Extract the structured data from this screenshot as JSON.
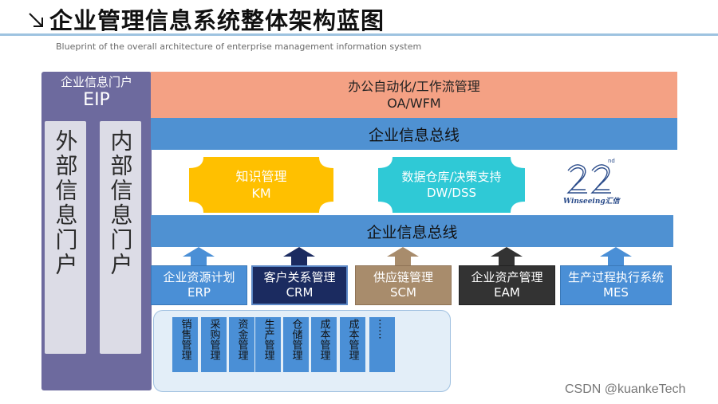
{
  "header": {
    "title": "企业管理信息系统整体架构蓝图",
    "subtitle": "Blueprint of the overall architecture of enterprise management information system"
  },
  "eip": {
    "title_cn": "企业信息门户",
    "title_en": "EIP",
    "external_portal": "外部信息门户",
    "internal_portal": "内部信息门户"
  },
  "oa": {
    "line1": "办公自动化/工作流管理",
    "line2": "OA/WFM"
  },
  "bus_top": "企业信息总线",
  "km": {
    "line1": "知识管理",
    "line2": "KM"
  },
  "dw": {
    "line1": "数据仓库/决策支持",
    "line2": "DW/DSS"
  },
  "logo": {
    "number": "22",
    "superscript": "nd",
    "brand": "Winseeing汇信"
  },
  "bus_bottom": "企业信息总线",
  "systems": [
    {
      "line1": "企业资源计划",
      "line2": "ERP"
    },
    {
      "line1": "客户关系管理",
      "line2": "CRM"
    },
    {
      "line1": "供应链管理",
      "line2": "SCM"
    },
    {
      "line1": "企业资产管理",
      "line2": "EAM"
    },
    {
      "line1": "生产过程执行系统",
      "line2": "MES"
    }
  ],
  "erp_modules": [
    "销售管理",
    "采购管理",
    "资金管理",
    "生产管理",
    "仓储管理",
    "成本管理",
    "成本管理",
    "……"
  ],
  "colors": {
    "eip": "#6d6a9e",
    "oa": "#f4a184",
    "bus": "#4f91d2",
    "km": "#ffc000",
    "dw": "#2fc9d6",
    "erp": "#4a8fd6",
    "crm": "#1b2b60",
    "scm": "#a88c6c",
    "eam": "#333333",
    "mes": "#4a8fd6"
  },
  "watermark": "CSDN @kuankeTech"
}
